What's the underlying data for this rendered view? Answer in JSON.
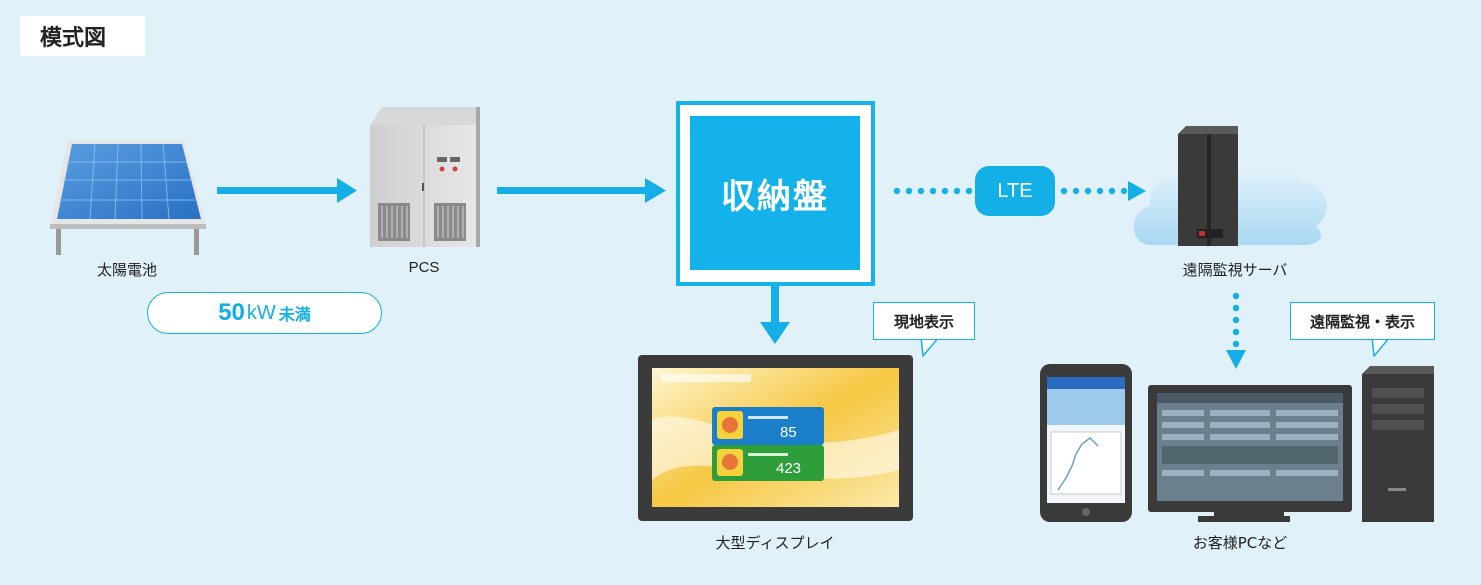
{
  "title": "模式図",
  "nodes": {
    "solar": "太陽電池",
    "pcs": "PCS",
    "storage_box": "収納盤",
    "server": "遠隔監視サーバ",
    "display": "大型ディスプレイ",
    "client": "お客様PCなど"
  },
  "capacity": {
    "number": "50",
    "unit": "kW",
    "text": "未満"
  },
  "link": "LTE",
  "callouts": {
    "local": "現地表示",
    "remote": "遠隔監視・表示"
  },
  "screen": {
    "reading1": "85",
    "reading2": "423"
  },
  "colors": {
    "accent": "#13b2ea",
    "background": "#e1f1fa"
  }
}
